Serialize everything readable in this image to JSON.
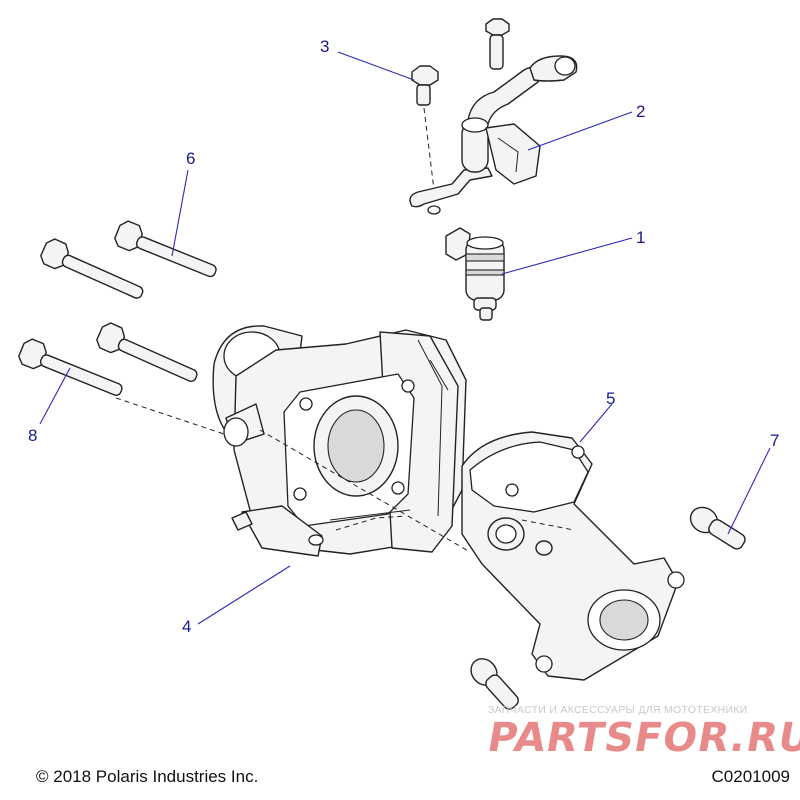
{
  "callouts": [
    {
      "id": "1",
      "label": "1"
    },
    {
      "id": "2",
      "label": "2"
    },
    {
      "id": "3",
      "label": "3"
    },
    {
      "id": "4",
      "label": "4"
    },
    {
      "id": "5",
      "label": "5"
    },
    {
      "id": "6",
      "label": "6"
    },
    {
      "id": "7",
      "label": "7"
    },
    {
      "id": "8",
      "label": "8"
    }
  ],
  "footer": {
    "copyright": "© 2018 Polaris Industries Inc.",
    "drawing_code": "C0201009"
  },
  "watermark": {
    "tagline": "ЗАПЧАСТИ И АКСЕССУАРЫ ДЛЯ МОТОТЕХНИКИ",
    "logo": "PARTSFOR.RU"
  },
  "colors": {
    "callout_text": "#1a1a8c",
    "leader_line": "#2a2ab8",
    "watermark_logo": "#e98a8a"
  }
}
